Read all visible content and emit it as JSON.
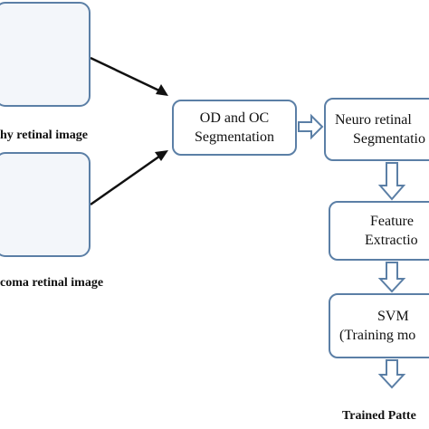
{
  "inputs": [
    {
      "id": "healthy",
      "label": "hy retinal image"
    },
    {
      "id": "glaucoma",
      "label": "coma retinal image"
    }
  ],
  "nodes": {
    "od_oc": {
      "line1": "OD  and OC",
      "line2": "Segmentation"
    },
    "neuro_retinal": {
      "line1": "Neuro retinal",
      "line2": "Segmentatio"
    },
    "feature": {
      "line1": "Feature",
      "line2": "Extractio"
    },
    "svm": {
      "line1": "SVM",
      "line2": "(Training mo"
    }
  },
  "output": {
    "label": "Trained Patte"
  },
  "colors": {
    "box_border": "#5b7fa6",
    "arrow": "#111111",
    "hollow_arrow": "#5b7fa6",
    "retina_outer": "#c9311a",
    "retina_inner": "#e0561f",
    "optic_disc": "#ffd98a"
  }
}
